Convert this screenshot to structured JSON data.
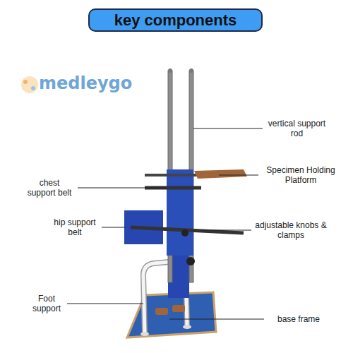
{
  "diagram": {
    "title": "key components",
    "labels": [
      "medleygo",
      "vertical support rod",
      "Specimen Holding Platform",
      "chest support belt",
      "hip support belt",
      "adjustable knobs & clamps",
      "Foot support",
      "base frame"
    ]
  }
}
